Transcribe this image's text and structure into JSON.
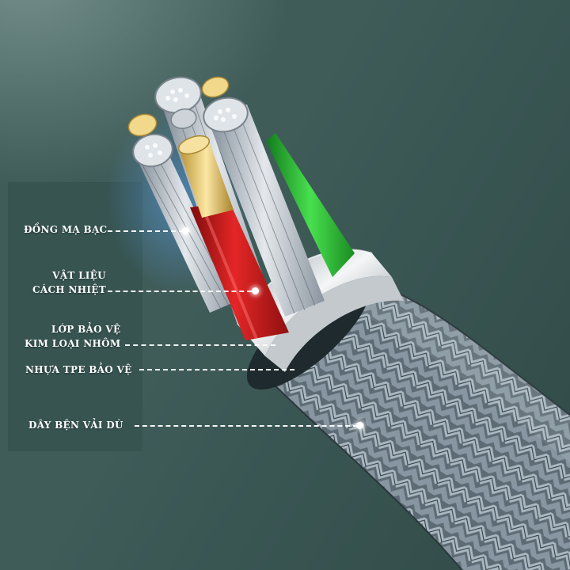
{
  "callouts": [
    {
      "id": "silver-plated-copper",
      "lines": [
        "ĐỒNG MẠ BẠC"
      ]
    },
    {
      "id": "insulation-material",
      "lines": [
        "VẬT LIỆU",
        "CÁCH NHIỆT"
      ]
    },
    {
      "id": "aluminum-shield",
      "lines": [
        "LỚP BẢO VỆ",
        "KIM LOẠI NHÔM"
      ]
    },
    {
      "id": "tpe-jacket",
      "lines": [
        "NHỰA TPE BẢO VỆ"
      ]
    },
    {
      "id": "nylon-braid",
      "lines": [
        "DÂY BỆN VẢI DÙ"
      ]
    }
  ],
  "colors": {
    "background": "#3f5c59",
    "braid": "#7d8d97",
    "ferrule": "#d9dde0",
    "red_wire": "#d81e1e",
    "green_wire": "#2fc83a",
    "strand_silver": "#c9cfd6",
    "gold_core": "#e8c86a"
  }
}
